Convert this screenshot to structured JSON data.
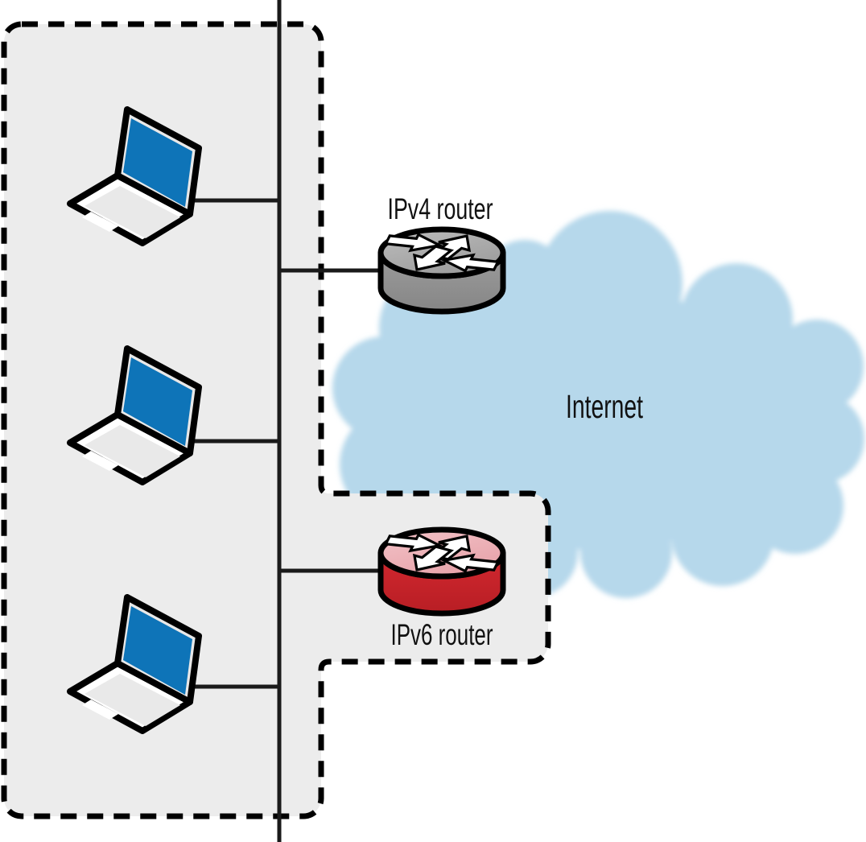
{
  "labels": {
    "ipv4_router": "IPv4 router",
    "ipv6_router": "IPv6 router",
    "internet": "Internet"
  },
  "colors": {
    "lan_fill": "#ececec",
    "outline": "#000000",
    "wire": "#1a1a1a",
    "cloud": "#b6d8eb",
    "laptop_screen": "#0e74b8",
    "laptop_body": "#ffffff",
    "laptop_keys": "#e9e9e9",
    "ipv4_top": "#ababab",
    "ipv4_side": "#8f8f8f",
    "ipv6_top": "#eeb3b8",
    "ipv6_side": "#c9242b",
    "label_text": "#111111"
  }
}
